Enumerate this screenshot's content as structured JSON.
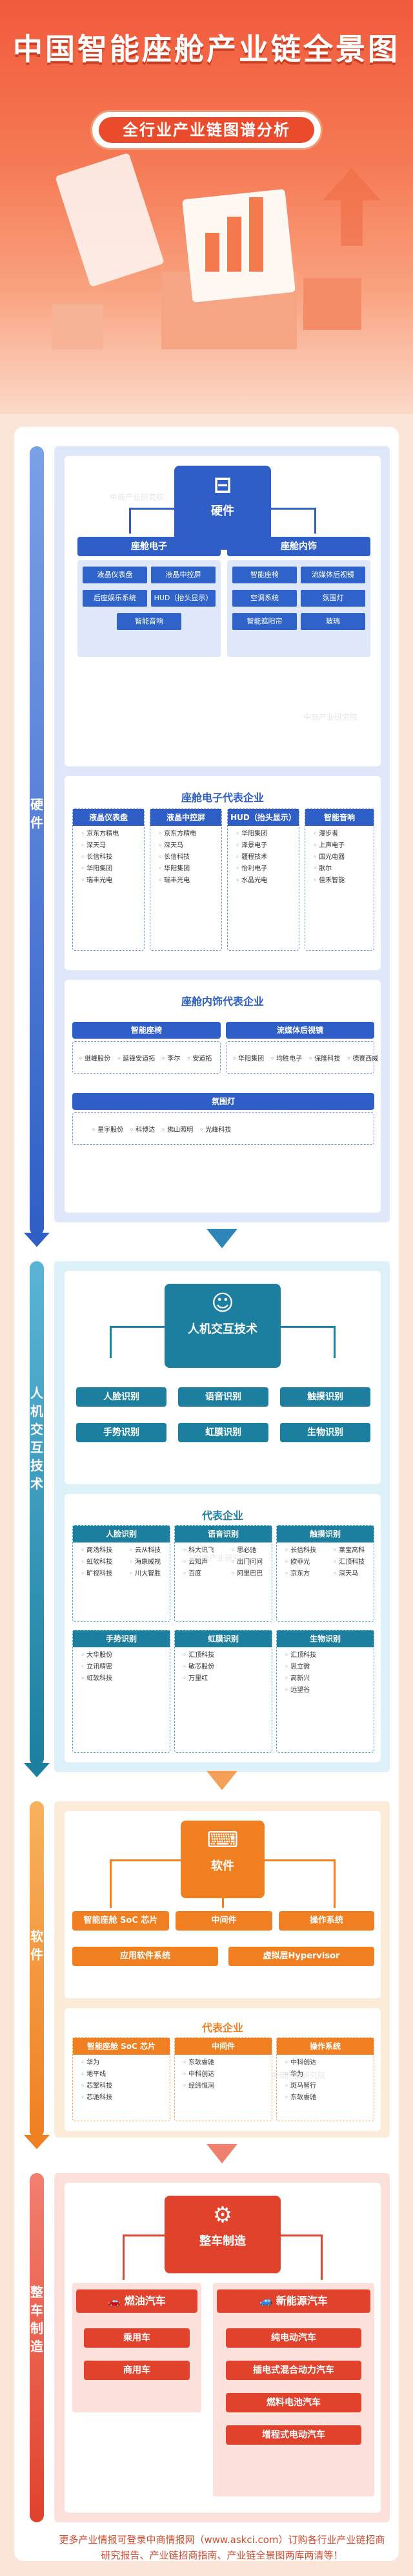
{
  "header": {
    "title": "中国智能座舱产业链全景图",
    "subtitle": "全行业产业链图谱分析"
  },
  "colors": {
    "hardware": "#2f5fc6",
    "hmi": "#1c7fa0",
    "software": "#f07f22",
    "vehicle": "#e0422c"
  },
  "hardware": {
    "side_label": "硬件",
    "hub_label": "硬件",
    "hub_icon": "disk-icon",
    "electronics": {
      "title": "座舱电子",
      "items": [
        "液晶仪表盘",
        "液晶中控屏",
        "后座娱乐系统",
        "HUD（抬头显示）",
        "智能音响"
      ]
    },
    "interior": {
      "title": "座舱内饰",
      "items": [
        "智能座椅",
        "流媒体后视镜",
        "空调系统",
        "氛围灯",
        "智能遮阳帘",
        "玻璃"
      ]
    },
    "electronics_companies": {
      "title": "座舱电子代表企业",
      "columns": [
        {
          "head": "液晶仪表盘",
          "items": [
            "京东方精电",
            "深天马",
            "长信科技",
            "华阳集团",
            "瑞丰光电"
          ]
        },
        {
          "head": "液晶中控屏",
          "items": [
            "京东方精电",
            "深天马",
            "长信科技",
            "华阳集团",
            "瑞丰光电"
          ]
        },
        {
          "head": "HUD（抬头显示）",
          "items": [
            "华阳集团",
            "泽景电子",
            "疆程技术",
            "怡利电子",
            "水晶光电"
          ]
        },
        {
          "head": "智能音响",
          "items": [
            "漫步者",
            "上声电子",
            "国光电器",
            "歌尔",
            "佳禾智能"
          ]
        }
      ]
    },
    "interior_companies": {
      "title": "座舱内饰代表企业",
      "groups": [
        {
          "head": "智能座椅",
          "items": [
            "继峰股份",
            "延锋安道拓",
            "李尔",
            "安道拓"
          ]
        },
        {
          "head": "流媒体后视镜",
          "items": [
            "华阳集团",
            "均胜电子",
            "保隆科技",
            "德赛西威"
          ]
        },
        {
          "head": "氛围灯",
          "items": [
            "星宇股份",
            "科博达",
            "佛山照明",
            "光峰科技"
          ]
        }
      ]
    }
  },
  "hmi": {
    "side_label": "人机交互技术",
    "hub_label": "人机交互技术",
    "hub_icon": "person-computer-icon",
    "items": [
      "人脸识别",
      "语音识别",
      "触摸识别",
      "手势识别",
      "虹膜识别",
      "生物识别"
    ],
    "companies": {
      "title": "代表企业",
      "columns": [
        {
          "head": "人脸识别",
          "items": [
            "商汤科技",
            "云从科技",
            "虹软科技",
            "海康威视",
            "旷视科技",
            "川大智胜"
          ]
        },
        {
          "head": "语音识别",
          "items": [
            "科大讯飞",
            "思必驰",
            "云知声",
            "出门问问",
            "百度",
            "阿里巴巴"
          ]
        },
        {
          "head": "触摸识别",
          "items": [
            "长信科技",
            "莱宝高科",
            "欧菲光",
            "汇顶科技",
            "京东方",
            "深天马"
          ]
        },
        {
          "head": "手势识别",
          "items": [
            "大华股份",
            "立讯精密",
            "虹软科技"
          ]
        },
        {
          "head": "虹膜识别",
          "items": [
            "汇顶科技",
            "敏芯股份",
            "万里红"
          ]
        },
        {
          "head": "生物识别",
          "items": [
            "汇顶科技",
            "思立微",
            "高新兴",
            "远望谷"
          ]
        }
      ]
    }
  },
  "software": {
    "side_label": "软件",
    "hub_label": "软件",
    "hub_icon": "code-window-icon",
    "items": [
      "智能座舱 SoC 芯片",
      "中间件",
      "操作系统",
      "应用软件系统",
      "虚拟层Hypervisor"
    ],
    "companies": {
      "title": "代表企业",
      "columns": [
        {
          "head": "智能座舱 SoC 芯片",
          "items": [
            "华为",
            "地平线",
            "芯擎科技",
            "芯驰科技"
          ]
        },
        {
          "head": "中间件",
          "items": [
            "东软睿驰",
            "中科创达",
            "经纬恒润"
          ]
        },
        {
          "head": "操作系统",
          "items": [
            "中科创达",
            "华为",
            "斑马智行",
            "东软睿驰"
          ]
        }
      ]
    }
  },
  "vehicle": {
    "side_label": "整车制造",
    "hub_label": "整车制造",
    "hub_icon": "factory-icon",
    "fuel": {
      "title": "燃油汽车",
      "items": [
        "乘用车",
        "商用车"
      ]
    },
    "nev": {
      "title": "新能源汽车",
      "items": [
        "纯电动汽车",
        "插电式混合动力汽车",
        "燃料电池汽车",
        "增程式电动汽车"
      ]
    }
  },
  "footer": "更多产业情报可登录中商情报网（www.askci.com）订购各行业产业链招商研究报告、产业链招商指南、产业链全景图两库两清等！",
  "watermark": "中商产业研究院"
}
